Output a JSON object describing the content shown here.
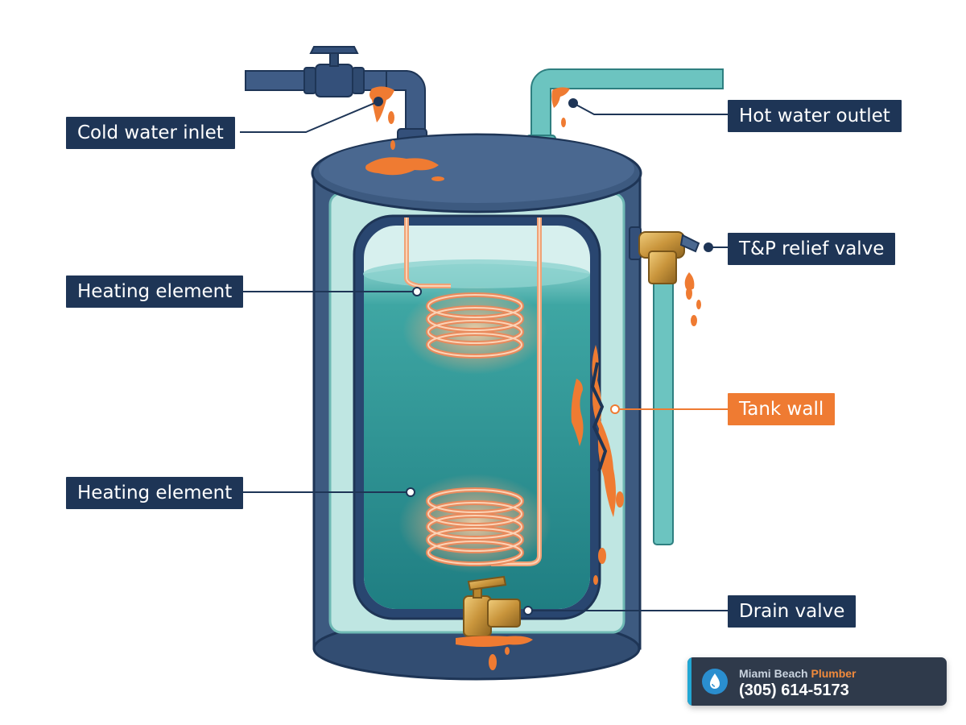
{
  "labels": {
    "cold_water_inlet": "Cold water inlet",
    "hot_water_outlet": "Hot water outlet",
    "tp_relief_valve": "T&P relief valve",
    "heating_element_upper": "Heating element",
    "heating_element_lower": "Heating element",
    "tank_wall": "Tank wall",
    "drain_valve": "Drain valve"
  },
  "badge": {
    "brand_primary": "Miami Beach",
    "brand_accent": "Plumber",
    "phone": "(305) 614-5173"
  },
  "colors": {
    "label_bg": "#1e3556",
    "label_accent_bg": "#ef7b32",
    "tank_shell": "#3d5a80",
    "water": "#2f9c9c",
    "coil": "#f0a276",
    "leak": "#ef7b32",
    "badge_bg": "#2f3a4b"
  }
}
